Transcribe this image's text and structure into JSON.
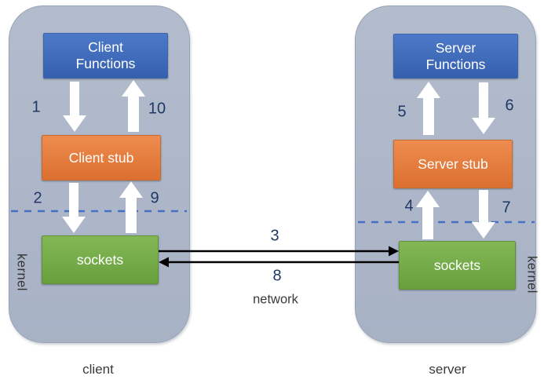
{
  "colors": {
    "panel_background": "#AEB8CA",
    "functions_box_blue": "#3E69B5",
    "stub_box_orange": "#E27A39",
    "sockets_box_green": "#74AB48",
    "step_number_navy": "#1F3864",
    "dashed_line_blue": "#4570C6",
    "network_arrow_black": "#000000",
    "white_arrow": "#FFFFFF"
  },
  "client_panel": {
    "functions_label": "Client\nFunctions",
    "stub_label": "Client stub",
    "sockets_label": "sockets",
    "kernel_label": "kernel",
    "caption": "client",
    "step_1": "1",
    "step_2": "2",
    "step_9": "9",
    "step_10": "10"
  },
  "server_panel": {
    "functions_label": "Server\nFunctions",
    "stub_label": "Server stub",
    "sockets_label": "sockets",
    "kernel_label": "kernel",
    "caption": "server",
    "step_4": "4",
    "step_5": "5",
    "step_6": "6",
    "step_7": "7"
  },
  "network": {
    "label": "network",
    "step_3": "3",
    "step_8": "8"
  }
}
